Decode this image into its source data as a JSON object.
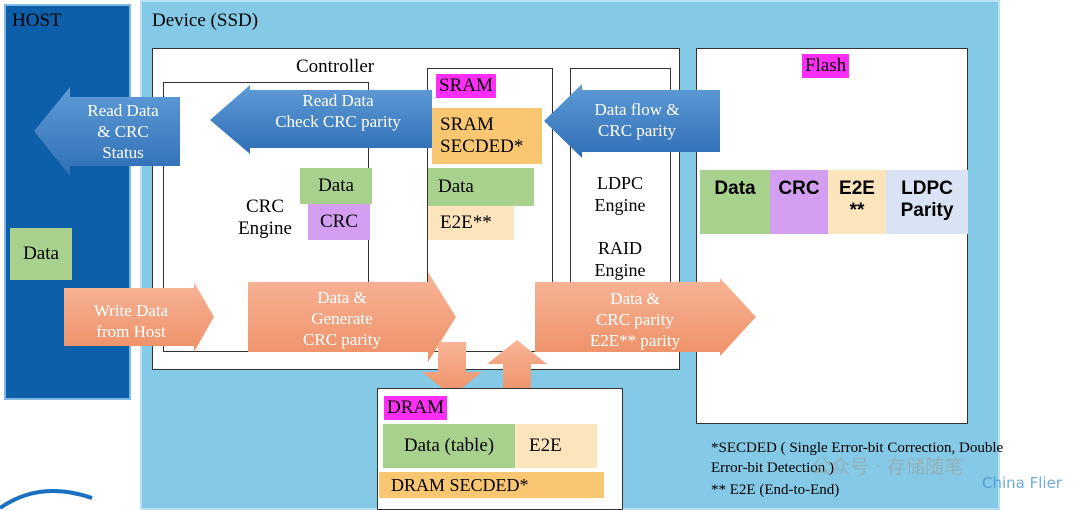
{
  "host": {
    "title": "HOST",
    "data_label": "Data"
  },
  "device": {
    "title": "Device (SSD)"
  },
  "controller": {
    "title": "Controller",
    "crc_engine": {
      "label_line1": "CRC",
      "label_line2": "Engine",
      "data": "Data",
      "crc": "CRC"
    },
    "sram": {
      "tag": "SRAM",
      "secded_line1": "SRAM",
      "secded_line2": "SECDED*",
      "data": "Data",
      "e2e": "E2E**"
    },
    "ldpc": {
      "line1": "LDPC",
      "line2": "Engine"
    },
    "raid": {
      "line1": "RAID",
      "line2": "Engine"
    }
  },
  "flash": {
    "tag": "Flash",
    "cells": [
      "Data",
      "CRC",
      "E2E",
      "**",
      "LDPC",
      "Parity"
    ]
  },
  "dram": {
    "tag": "DRAM",
    "data": "Data (table)",
    "e2e": "E2E",
    "secded": "DRAM SECDED*"
  },
  "arrows": {
    "read_host": [
      "Read Data",
      "& CRC",
      "Status"
    ],
    "read_check": [
      "Read Data",
      "Check CRC parity"
    ],
    "data_flow": [
      "Data flow &",
      "CRC parity"
    ],
    "write_host": [
      "Write Data",
      "from Host"
    ],
    "generate": [
      "Data &",
      "Generate",
      "CRC parity"
    ],
    "flash_write": [
      "Data &",
      "CRC parity",
      "E2E** parity"
    ]
  },
  "notes": {
    "secded_line1": "*SECDED ( Single Error-bit Correction, Double",
    "secded_line2": "Error-bit Detection )",
    "e2e": "** E2E (End-to-End)"
  },
  "watermark": {
    "text": "公众号 · 存储随笔",
    "brand": "China Flier"
  },
  "colors": {
    "host_blue": "#0c5fa8",
    "device_blue": "#84c9e6",
    "magenta_tag": "#ff2ef7",
    "read_arrow": "#4a86c8",
    "write_arrow": "#f2a07a"
  }
}
